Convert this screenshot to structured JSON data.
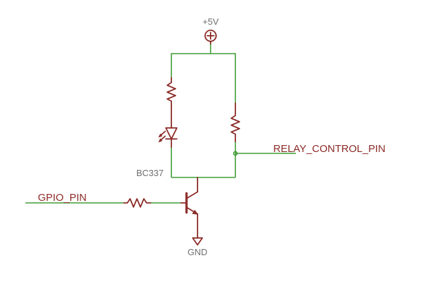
{
  "supply": {
    "label": "+5V"
  },
  "ground": {
    "label": "GND"
  },
  "transistor": {
    "part": "BC337"
  },
  "nets": {
    "input": "GPIO_PIN",
    "output": "RELAY_CONTROL_PIN"
  },
  "colors": {
    "wire": "#3f9c35",
    "component": "#8b2a26",
    "label_grey": "#6e6e6e"
  }
}
